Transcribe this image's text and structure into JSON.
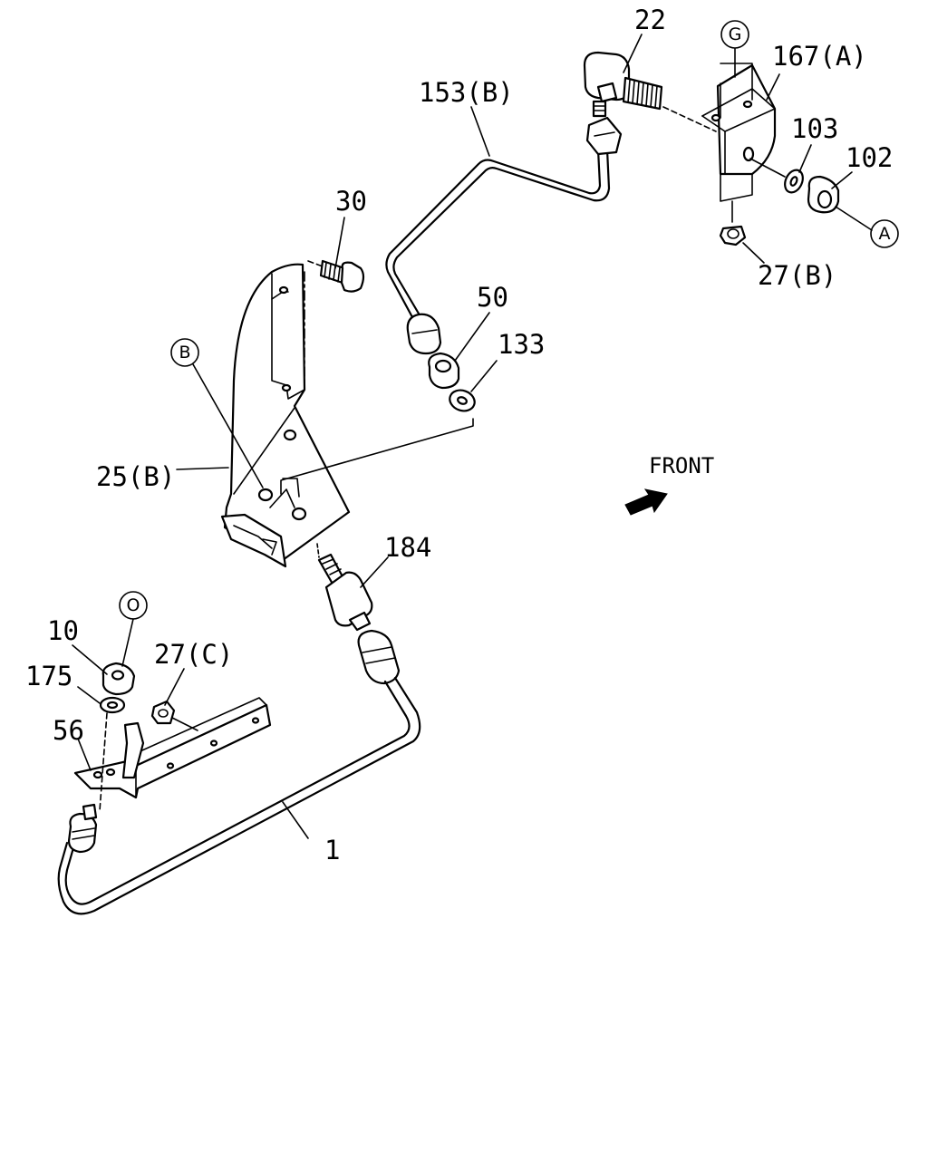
{
  "diagram": {
    "part_labels": {
      "p22": "22",
      "p153b": "153(B)",
      "p167a": "167(A)",
      "p103": "103",
      "p102": "102",
      "p27b": "27(B)",
      "p30": "30",
      "p50": "50",
      "p133": "133",
      "p25b": "25(B)",
      "p184": "184",
      "p10": "10",
      "p175": "175",
      "p27c": "27(C)",
      "p56": "56",
      "p1": "1"
    },
    "ref_markers": {
      "g": "G",
      "a": "A",
      "b": "B",
      "o": "O"
    },
    "direction": {
      "text": "FRONT"
    }
  }
}
